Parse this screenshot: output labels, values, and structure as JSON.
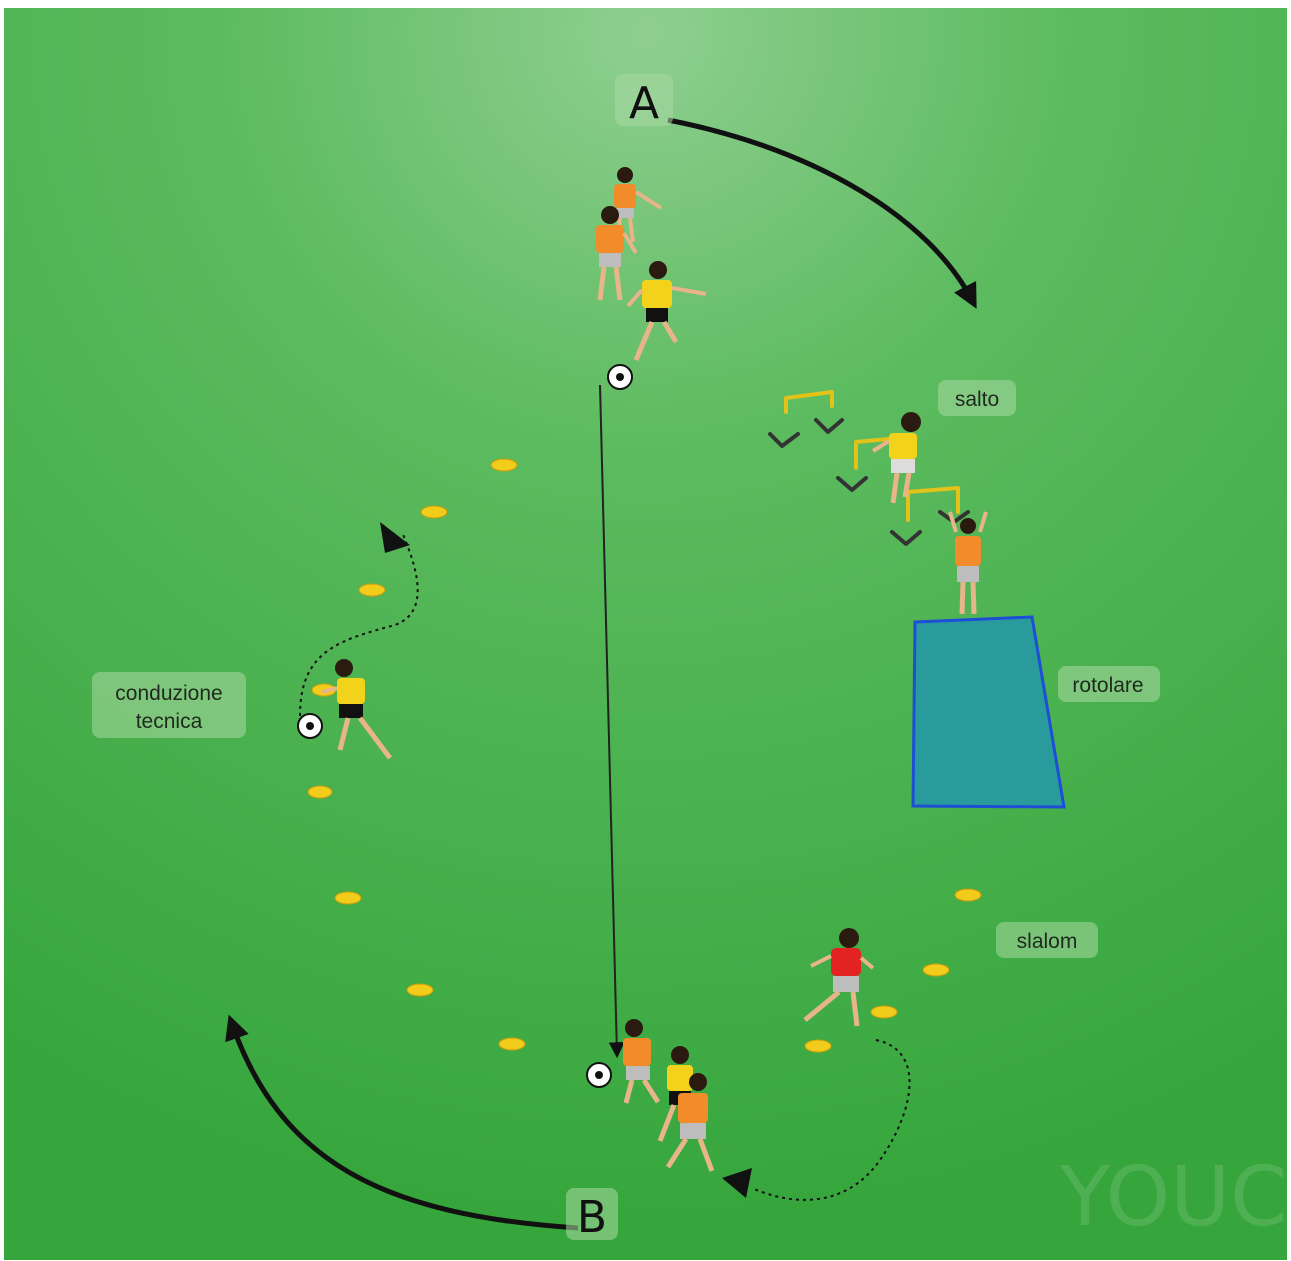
{
  "stations": {
    "point_a": "A",
    "point_b": "B",
    "salto": "salto",
    "rotolare": "rotolare",
    "slalom": "slalom",
    "conduzione_line1": "conduzione",
    "conduzione_line2": "tecnica"
  },
  "watermark": "YOUC",
  "colors": {
    "field": "#3fae45",
    "field_light": "#86c98a",
    "mat": "#2a9b9c",
    "mat_border": "#1d4fd6",
    "cone": "#f2cc1b",
    "hurdle": "#e3c21a",
    "jersey_orange": "#f28b2a",
    "jersey_yellow": "#f2d21b",
    "jersey_red": "#e32222"
  }
}
